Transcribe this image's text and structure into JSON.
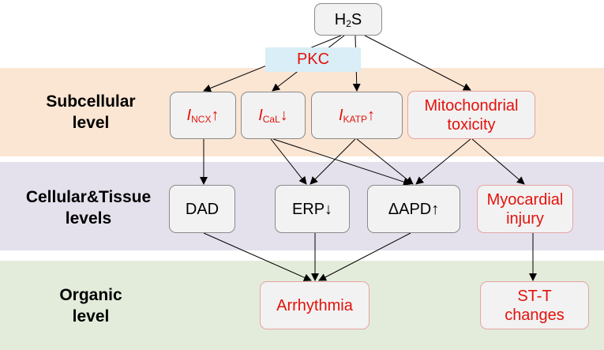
{
  "levels": {
    "subcellular": [
      "Subcellular",
      "level"
    ],
    "cellular": [
      "Cellular&Tissue",
      "levels"
    ],
    "organic": [
      "Organic",
      "level"
    ]
  },
  "nodes": {
    "h2s": {
      "main": "H",
      "sub": "2",
      "tail": "S"
    },
    "pkc": "PKC",
    "incx": {
      "symbol": "I",
      "sub": "NCX",
      "arrow": "↑"
    },
    "ical": {
      "symbol": "I",
      "sub": "CaL",
      "arrow": "↓"
    },
    "ikatp": {
      "symbol": "I",
      "sub": "KATP",
      "arrow": "↑"
    },
    "mito": [
      "Mitochondrial",
      "toxicity"
    ],
    "dad": "DAD",
    "erp": "ERP↓",
    "apd": "ΔAPD↑",
    "myo": [
      "Myocardial",
      "injury"
    ],
    "arrhythmia": "Arrhythmia",
    "stt": [
      "ST-T",
      "changes"
    ]
  },
  "colors": {
    "red": "#e3120b",
    "subcellular_band": "#fbe5d3",
    "cellular_band": "#e4e1ec",
    "organic_band": "#e3ecda",
    "pkc_fill": "#d9eef6"
  }
}
